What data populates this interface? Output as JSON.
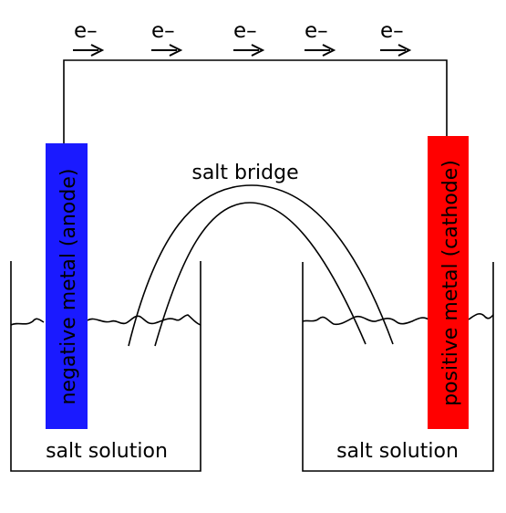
{
  "electrons": {
    "symbol": "e–",
    "count": 5
  },
  "labels": {
    "salt_bridge": "salt bridge",
    "left_solution": "salt solution",
    "right_solution": "salt solution"
  },
  "electrodes": {
    "anode": {
      "label": "negative metal (anode)",
      "color": "#1a1aff"
    },
    "cathode": {
      "label": "positive metal (cathode)",
      "color": "#ff0000"
    }
  }
}
